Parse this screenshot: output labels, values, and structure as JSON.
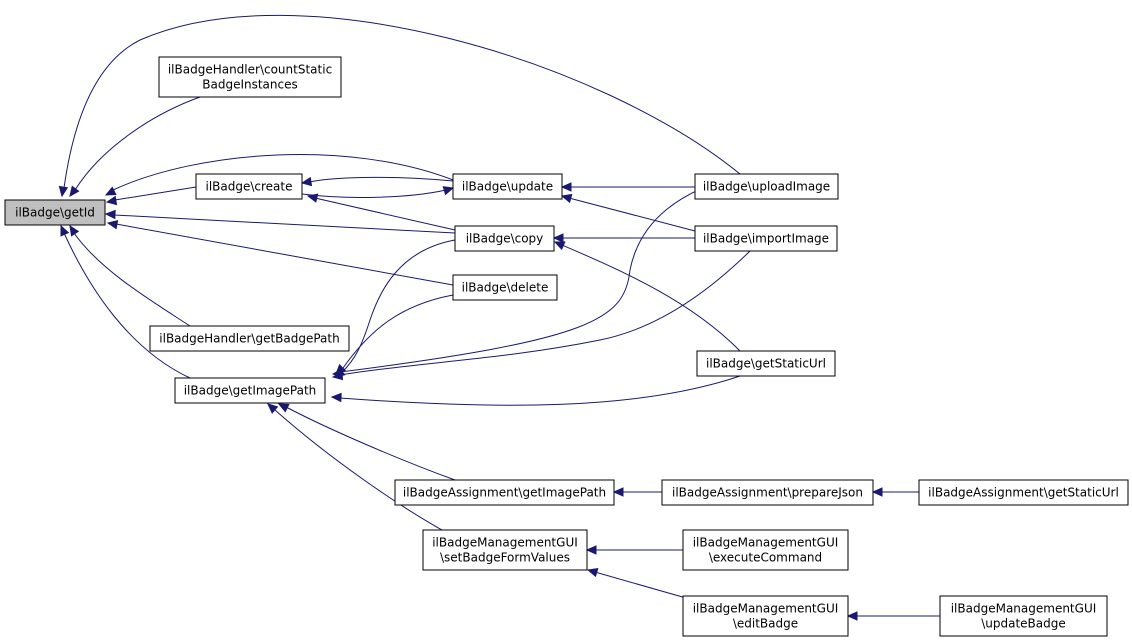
{
  "graph": {
    "colors": {
      "edge": "#191970",
      "focus_fill": "#bfbfbf",
      "node_border": "#000000"
    },
    "nodes": {
      "getid": [
        "ilBadge\\getId"
      ],
      "countstatic": [
        "ilBadgeHandler\\countStatic",
        "BadgeInstances"
      ],
      "create": [
        "ilBadge\\create"
      ],
      "update": [
        "ilBadge\\update"
      ],
      "uploadimage": [
        "ilBadge\\uploadImage"
      ],
      "copy": [
        "ilBadge\\copy"
      ],
      "importimage": [
        "ilBadge\\importImage"
      ],
      "delete": [
        "ilBadge\\delete"
      ],
      "handlerbadgepath": [
        "ilBadgeHandler\\getBadgePath"
      ],
      "getstaticurl": [
        "ilBadge\\getStaticUrl"
      ],
      "getimagepath": [
        "ilBadge\\getImagePath"
      ],
      "assigngetimagepath": [
        "ilBadgeAssignment\\getImagePath"
      ],
      "preparejson": [
        "ilBadgeAssignment\\prepareJson"
      ],
      "assigngetstaticurl": [
        "ilBadgeAssignment\\getStaticUrl"
      ],
      "setbadgeformvalues": [
        "ilBadgeManagementGUI",
        "\\setBadgeFormValues"
      ],
      "executecommand": [
        "ilBadgeManagementGUI",
        "\\executeCommand"
      ],
      "editbadge": [
        "ilBadgeManagementGUI",
        "\\editBadge"
      ],
      "updatebadge": [
        "ilBadgeManagementGUI",
        "\\updateBadge"
      ]
    }
  }
}
